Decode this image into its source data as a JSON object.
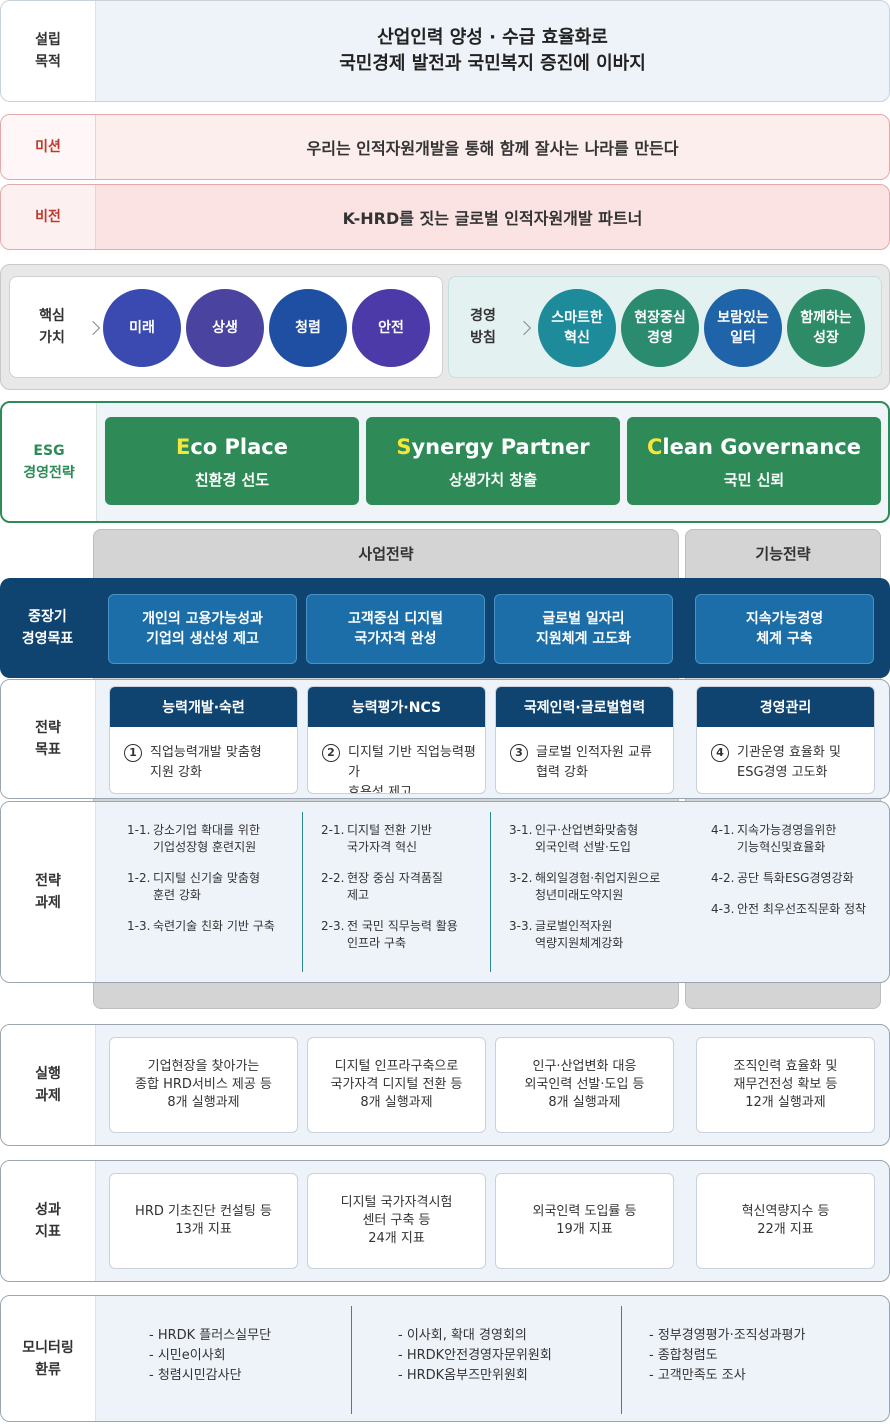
{
  "purpose": {
    "label": "설립\n목적",
    "text": "산업인력 양성 · 수급 효율화로\n국민경제 발전과 국민복지 증진에 이바지"
  },
  "mission": {
    "label": "미션",
    "text": "우리는 인적자원개발을 통해 함께 잘사는 나라를 만든다"
  },
  "vision": {
    "label": "비전",
    "text": "K-HRD를 짓는 글로벌 인적자원개발 파트너"
  },
  "core_values": {
    "label": "핵심\n가치",
    "items": [
      "미래",
      "상생",
      "청렴",
      "안전"
    ]
  },
  "mgmt_policy": {
    "label": "경영\n방침",
    "items": [
      "스마트한\n혁신",
      "현장중심\n경영",
      "보람있는\n일터",
      "함께하는\n성장"
    ]
  },
  "esg": {
    "label": "ESG\n경영전략",
    "items": [
      {
        "initial": "E",
        "rest": "co Place",
        "sub": "친환경 선도"
      },
      {
        "initial": "S",
        "rest": "ynergy Partner",
        "sub": "상생가치 창출"
      },
      {
        "initial": "C",
        "rest": "lean Governance",
        "sub": "국민 신뢰"
      }
    ]
  },
  "strategy_headers": {
    "business": "사업전략",
    "function": "기능전략"
  },
  "mid_goals": {
    "label": "중장기\n경영목표",
    "items": [
      "개인의 고용가능성과\n기업의 생산성 제고",
      "고객중심 디지털\n국가자격 완성",
      "글로벌 일자리\n지원체계 고도화",
      "지속가능경영\n체계 구축"
    ]
  },
  "strategic_goals": {
    "label": "전략\n목표",
    "items": [
      {
        "title": "능력개발·숙련",
        "num": "1",
        "text": "직업능력개발 맞춤형\n지원 강화"
      },
      {
        "title": "능력평가·NCS",
        "num": "2",
        "text": "디지털 기반 직업능력평가\n효용성 제고"
      },
      {
        "title": "국제인력·글로벌협력",
        "num": "3",
        "text": "글로벌 인적자원 교류\n협력 강화"
      },
      {
        "title": "경영관리",
        "num": "4",
        "text": "기관운영 효율화 및\nESG경영 고도화"
      }
    ]
  },
  "strategic_tasks": {
    "label": "전략\n과제",
    "cols": [
      [
        {
          "n": "1-1.",
          "t": "강소기업 확대를 위한\n기업성장형 훈련지원"
        },
        {
          "n": "1-2.",
          "t": "디지털 신기술 맞춤형\n훈련 강화"
        },
        {
          "n": "1-3.",
          "t": "숙련기술 친화 기반 구축"
        }
      ],
      [
        {
          "n": "2-1.",
          "t": "디지털 전환 기반\n국가자격 혁신"
        },
        {
          "n": "2-2.",
          "t": "현장 중심 자격품질\n제고"
        },
        {
          "n": "2-3.",
          "t": "전 국민 직무능력 활용\n인프라 구축"
        }
      ],
      [
        {
          "n": "3-1.",
          "t": "인구·산업변화맞춤형\n외국인력 선발·도입"
        },
        {
          "n": "3-2.",
          "t": "해외일경험·취업지원으로\n청년미래도약지원"
        },
        {
          "n": "3-3.",
          "t": "글로벌인적자원\n역량지원체계강화"
        }
      ],
      [
        {
          "n": "4-1.",
          "t": "지속가능경영을위한\n기능혁신및효율화"
        },
        {
          "n": "4-2.",
          "t": "공단 특화ESG경영강화"
        },
        {
          "n": "4-3.",
          "t": "안전 최우선조직문화 정착"
        }
      ]
    ]
  },
  "exec_tasks": {
    "label": "실행\n과제",
    "items": [
      "기업현장을 찾아가는\n종합 HRD서비스 제공 등\n8개 실행과제",
      "디지털 인프라구축으로\n국가자격 디지털 전환 등\n8개 실행과제",
      "인구·산업변화 대응\n외국인력 선발·도입 등\n8개 실행과제",
      "조직인력 효율화 및\n재무건전성 확보 등\n12개 실행과제"
    ]
  },
  "kpi": {
    "label": "성과\n지표",
    "items": [
      "HRD 기초진단 컨설팅 등\n13개 지표",
      "디지털 국가자격시험\n센터 구축 등\n24개 지표",
      "외국인력 도입률 등\n19개 지표",
      "혁신역량지수 등\n22개 지표"
    ]
  },
  "monitoring": {
    "label": "모니터링\n환류",
    "cols": [
      [
        "HRDK 플러스실무단",
        "시민e이사회",
        "청렴시민감사단"
      ],
      [
        "이사회, 확대 경영회의",
        "HRDK안전경영자문위원회",
        "HRDK옴부즈만위원회"
      ],
      [
        "정부경영평가·조직성과평가",
        "종합청렴도",
        "고객만족도 조사"
      ]
    ]
  },
  "colors": {
    "mission_red": "#c0392b",
    "esg_green": "#2e8b57",
    "navy": "#0f4470",
    "goal_blue": "#1b6ea8"
  }
}
